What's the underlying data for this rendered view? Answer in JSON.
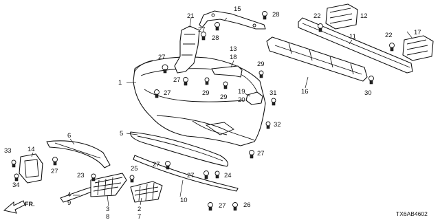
{
  "diagram": {
    "code": "TX6AB4602",
    "direction_label": "FR.",
    "callouts": [
      {
        "id": "c1",
        "text": "1"
      },
      {
        "id": "c2",
        "text": "2"
      },
      {
        "id": "c3",
        "text": "3"
      },
      {
        "id": "c4",
        "text": "4"
      },
      {
        "id": "c5",
        "text": "5"
      },
      {
        "id": "c6",
        "text": "6"
      },
      {
        "id": "c7",
        "text": "7"
      },
      {
        "id": "c8",
        "text": "8"
      },
      {
        "id": "c9",
        "text": "9"
      },
      {
        "id": "c10",
        "text": "10"
      },
      {
        "id": "c11",
        "text": "11"
      },
      {
        "id": "c12",
        "text": "12"
      },
      {
        "id": "c13",
        "text": "13"
      },
      {
        "id": "c14",
        "text": "14"
      },
      {
        "id": "c15",
        "text": "15"
      },
      {
        "id": "c16",
        "text": "16"
      },
      {
        "id": "c17",
        "text": "17"
      },
      {
        "id": "c18",
        "text": "18"
      },
      {
        "id": "c19",
        "text": "19"
      },
      {
        "id": "c20",
        "text": "20"
      },
      {
        "id": "c21",
        "text": "21"
      },
      {
        "id": "c22a",
        "text": "22"
      },
      {
        "id": "c22b",
        "text": "22"
      },
      {
        "id": "c23",
        "text": "23"
      },
      {
        "id": "c24",
        "text": "24"
      },
      {
        "id": "c25",
        "text": "25"
      },
      {
        "id": "c26",
        "text": "26"
      },
      {
        "id": "c27a",
        "text": "27"
      },
      {
        "id": "c27b",
        "text": "27"
      },
      {
        "id": "c27c",
        "text": "27"
      },
      {
        "id": "c27d",
        "text": "27"
      },
      {
        "id": "c27e",
        "text": "27"
      },
      {
        "id": "c27f",
        "text": "27"
      },
      {
        "id": "c27g",
        "text": "27"
      },
      {
        "id": "c27h",
        "text": "27"
      },
      {
        "id": "c27i",
        "text": "27"
      },
      {
        "id": "c28a",
        "text": "28"
      },
      {
        "id": "c28b",
        "text": "28"
      },
      {
        "id": "c29a",
        "text": "29"
      },
      {
        "id": "c29b",
        "text": "29"
      },
      {
        "id": "c29c",
        "text": "29"
      },
      {
        "id": "c30",
        "text": "30"
      },
      {
        "id": "c31",
        "text": "31"
      },
      {
        "id": "c32",
        "text": "32"
      },
      {
        "id": "c33",
        "text": "33"
      },
      {
        "id": "c34",
        "text": "34"
      }
    ]
  }
}
